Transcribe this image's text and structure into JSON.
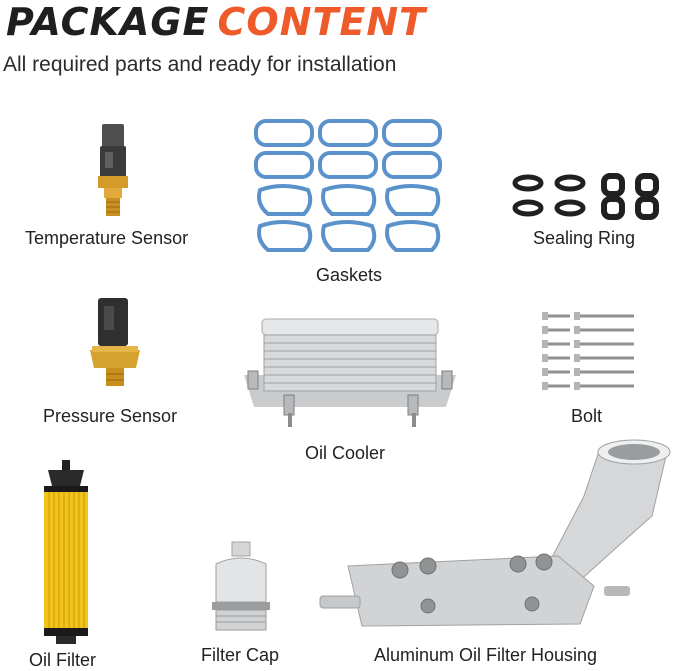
{
  "header": {
    "title_part1": "PACKAGE",
    "title_part2": "CONTENT",
    "subtitle": "All required parts and ready for installation"
  },
  "colors": {
    "title_dark": "#1f1f1f",
    "title_accent": "#ef5a2a",
    "gasket_blue": "#5b92cc",
    "filter_yellow": "#f2c318"
  },
  "parts": [
    {
      "label": "Temperature Sensor"
    },
    {
      "label": "Gaskets"
    },
    {
      "label": "Sealing Ring"
    },
    {
      "label": "Pressure Sensor"
    },
    {
      "label": "Oil Cooler"
    },
    {
      "label": "Bolt"
    },
    {
      "label": "Oil Filter"
    },
    {
      "label": "Filter Cap"
    },
    {
      "label": "Aluminum Oil Filter Housing"
    }
  ]
}
